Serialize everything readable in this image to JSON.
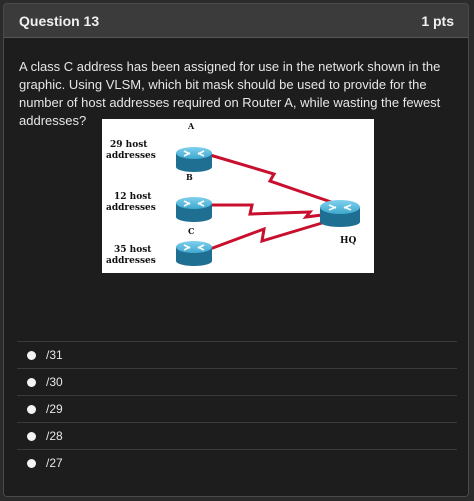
{
  "question": {
    "title": "Question 13",
    "points": "1 pts",
    "text": "A class C address has been assigned for use in the network shown in the graphic. Using VLSM, which bit mask should be used to provide for the number of host addresses required on Router A, while wasting the fewest addresses?"
  },
  "diagram": {
    "router_a": {
      "label": "A",
      "hosts_line1": "29 host",
      "hosts_line2": "addresses"
    },
    "router_b": {
      "label": "B",
      "hosts_line1": "12 host",
      "hosts_line2": "addresses"
    },
    "router_c": {
      "label": "C",
      "hosts_line1": "35 host",
      "hosts_line2": "addresses"
    },
    "router_hq": {
      "label": "HQ"
    },
    "colors": {
      "router_fill": "#3fa9cf",
      "router_dark": "#1f6f93",
      "link": "#c8102e"
    }
  },
  "answers": [
    {
      "label": "/31"
    },
    {
      "label": "/30"
    },
    {
      "label": "/29"
    },
    {
      "label": "/28"
    },
    {
      "label": "/27"
    }
  ]
}
